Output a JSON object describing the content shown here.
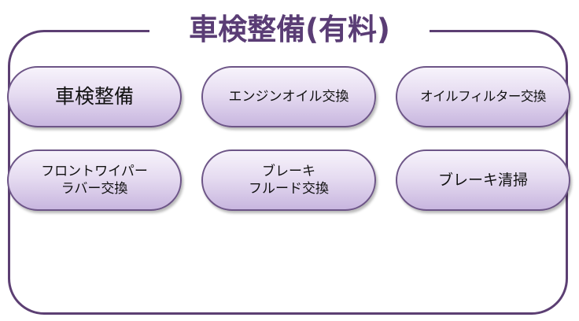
{
  "title": "車検整備(有料)",
  "items": [
    {
      "label": "車検整備"
    },
    {
      "label": "エンジンオイル交換"
    },
    {
      "label": "オイルフィルター交換"
    },
    {
      "label": "フロントワイパー\nラバー交換"
    },
    {
      "label": "ブレーキ\nフルード交換"
    },
    {
      "label": "ブレーキ清掃"
    }
  ],
  "colors": {
    "frame": "#5c3f73",
    "title": "#5a3d75",
    "pill_border": "#6d5587",
    "pill_fill_top": "#f7f3fb",
    "pill_fill_bottom": "#c8b6df"
  }
}
